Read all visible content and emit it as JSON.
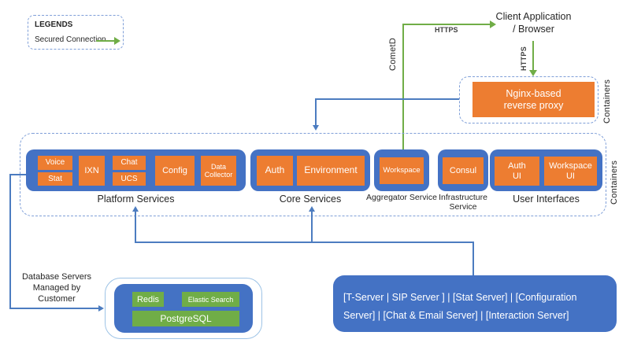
{
  "colors": {
    "orange": "#ED7D31",
    "blue": "#4472C4",
    "green": "#70AD47",
    "dash": "#7F9FD8",
    "conn": "#4C7CC0",
    "dbborder": "#9DC3E6"
  },
  "legend": {
    "title": "LEGENDS",
    "secured_connection": "Secured Connection"
  },
  "client": {
    "label": "Client Application\n/ Browser"
  },
  "connections": {
    "cometd": "CometD",
    "https_top": "HTTPS",
    "https_down": "HTTPS"
  },
  "nginx": {
    "label": "Nginx-based\nreverse  proxy",
    "containers_label": "Containers"
  },
  "main_zone": {
    "containers_label": "Containers"
  },
  "platform": {
    "label": "Platform Services",
    "voice": "Voice",
    "stat": "Stat",
    "ixn": "IXN",
    "chat": "Chat",
    "ucs": "UCS",
    "config": "Config",
    "data_collector": "Data\nCollector"
  },
  "core": {
    "label": "Core Services",
    "auth": "Auth",
    "environment": "Environment"
  },
  "aggregator": {
    "label": "Aggregator Service",
    "workspace": "Workspace"
  },
  "infrastructure": {
    "label": "Infrastructure Service",
    "consul": "Consul"
  },
  "user_interfaces": {
    "label": "User Interfaces",
    "auth_ui": "Auth\nUI",
    "workspace_ui": "Workspace\nUI"
  },
  "database": {
    "note": "Database Servers\nManaged by\nCustomer",
    "redis": "Redis",
    "elastic_search": "Elastic Search",
    "postgresql": "PostgreSQL"
  },
  "legacy_servers": {
    "line1": "[T-Server  |  SIP Server ]  |  [Stat Server]  |  [Configuration",
    "line2": "Server]  |  [Chat & Email Server]  |  [Interaction Server]"
  }
}
